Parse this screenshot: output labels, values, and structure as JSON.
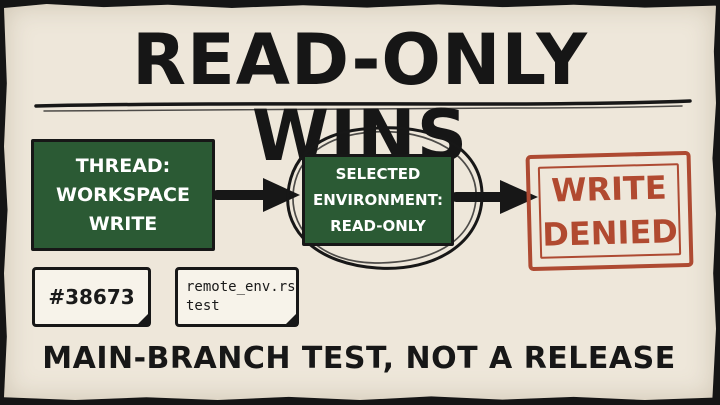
{
  "title": "READ-ONLY WINS",
  "thread_box": {
    "label": "THREAD: WORKSPACE WRITE"
  },
  "environment_box": {
    "label": "SELECTED ENVIRONMENT: READ-ONLY"
  },
  "stamp": {
    "label": "WRITE DENIED"
  },
  "tags": {
    "issue": "#38673",
    "file": "remote_env.rs test"
  },
  "footer": "MAIN-BRANCH TEST, NOT A RELEASE",
  "colors": {
    "paper": "#eee7da",
    "ink": "#171717",
    "green": "#2b5a34",
    "stamp_red": "#ae4a32"
  },
  "icons": {
    "arrow_one": "right-arrow-icon",
    "arrow_two": "right-arrow-icon",
    "highlight": "hand-drawn-circle-icon"
  }
}
